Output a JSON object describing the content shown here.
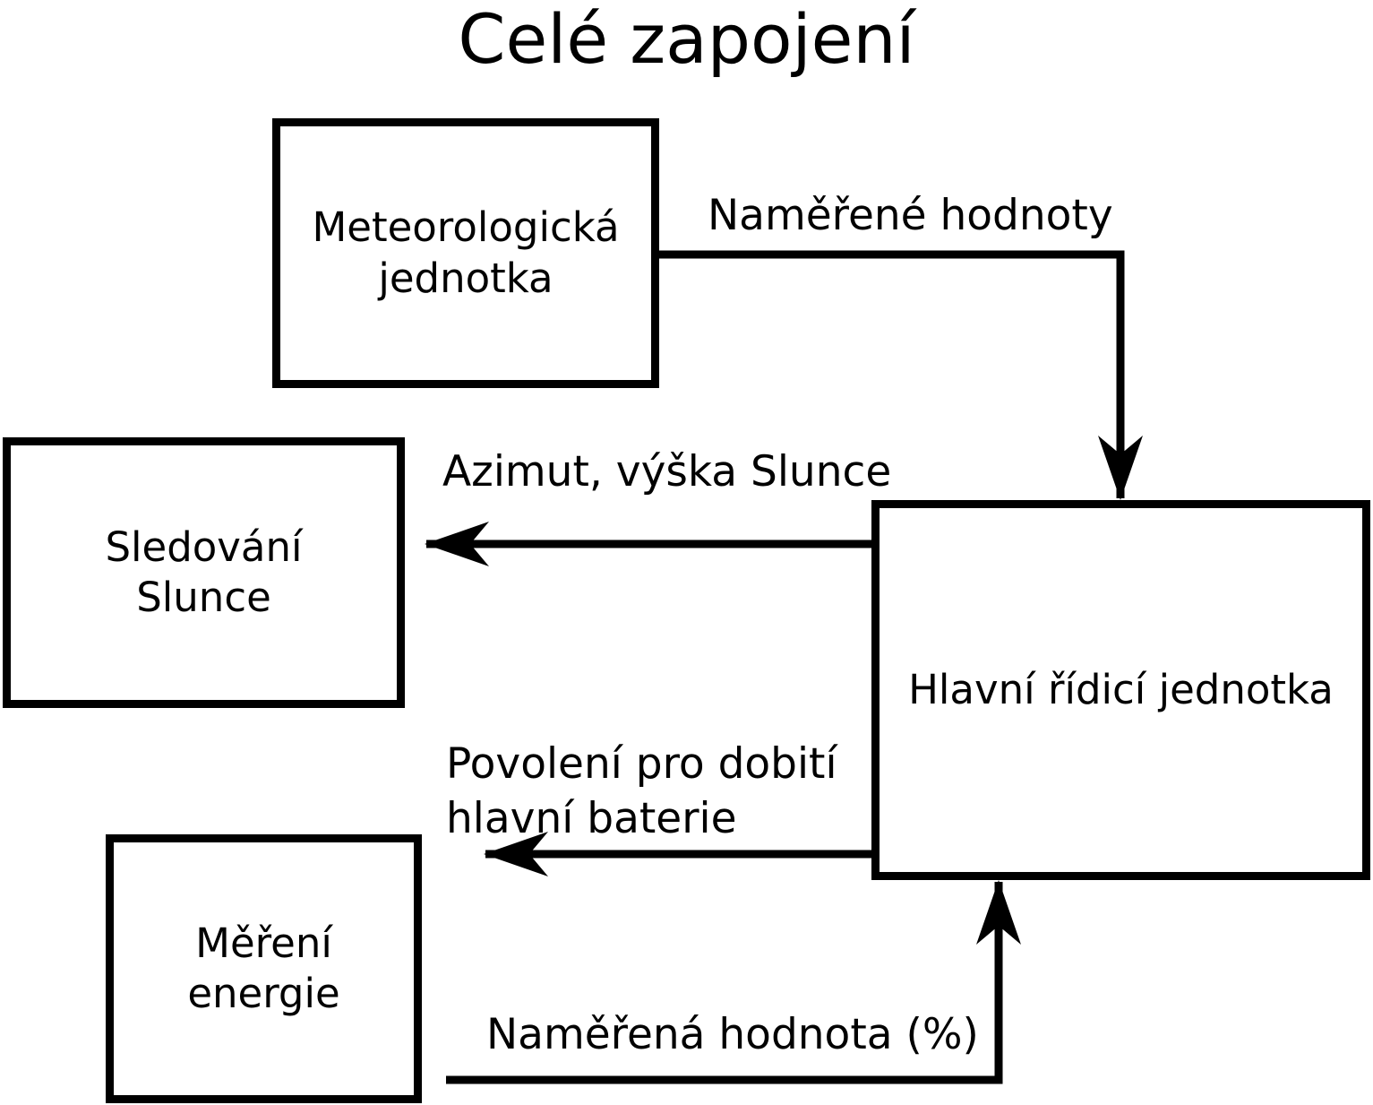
{
  "title": "Celé zapojení",
  "colors": {
    "ink": "#000000",
    "background": "#ffffff"
  },
  "boxes": {
    "meteo": {
      "label": "Meteorologická\njednotka"
    },
    "sledovani": {
      "label": "Sledování\nSlunce"
    },
    "mereni": {
      "label": "Měření\nenergie"
    },
    "hlavni": {
      "label": "Hlavní řídicí jednotka"
    }
  },
  "edges": {
    "namerene_hodnoty": {
      "label": "Naměřené hodnoty",
      "from": "Meteorologická jednotka",
      "to": "Hlavní řídicí jednotka",
      "direction": "down-into-top-of-main-unit"
    },
    "azimut": {
      "label": "Azimut, výška Slunce",
      "from": "Hlavní řídicí jednotka",
      "to": "Sledování Slunce",
      "direction": "left"
    },
    "povoleni": {
      "label": "Povolení pro dobití\nhlavní baterie",
      "from": "Hlavní řídicí jednotka",
      "to": "Měření energie",
      "direction": "left"
    },
    "namerena_hodnota": {
      "label": "Naměřená hodnota (%)",
      "from": "Měření energie",
      "to": "Hlavní řídicí jednotka",
      "direction": "up-into-bottom-of-main-unit"
    }
  }
}
